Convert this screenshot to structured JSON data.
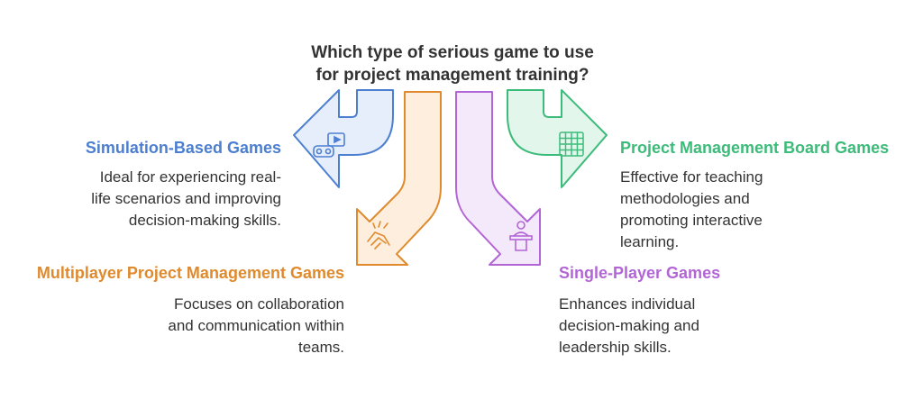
{
  "question": {
    "line1": "Which type of serious game to use",
    "line2": "for project management training?"
  },
  "options": {
    "simulation": {
      "title": "Simulation-Based Games",
      "desc": [
        "Ideal for experiencing real-",
        "life scenarios and improving",
        "decision-making skills."
      ],
      "color": "#4d7fd1",
      "fill": "#e6eefb",
      "icon": "vr-headset-video-icon"
    },
    "multiplayer": {
      "title": "Multiplayer Project Management Games",
      "desc": [
        "Focuses on collaboration",
        "and communication within",
        "teams."
      ],
      "color": "#e08a2e",
      "fill": "#fdeedd",
      "icon": "handshake-icon"
    },
    "singleplayer": {
      "title": "Single-Player Games",
      "desc": [
        "Enhances individual",
        "decision-making and",
        "leadership skills."
      ],
      "color": "#b266d6",
      "fill": "#f4e8fb",
      "icon": "podium-person-icon"
    },
    "board": {
      "title": "Project Management Board Games",
      "desc": [
        "Effective for teaching",
        "methodologies and",
        "promoting interactive",
        "learning."
      ],
      "color": "#3dbb7a",
      "fill": "#e3f6ec",
      "icon": "game-board-grid-icon"
    }
  }
}
